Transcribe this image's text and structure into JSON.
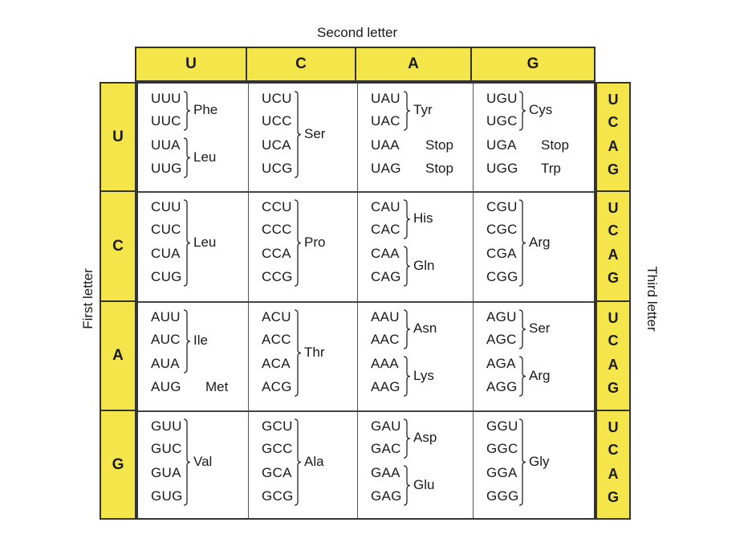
{
  "labels": {
    "second_letter": "Second letter",
    "first_letter": "First letter",
    "third_letter": "Third letter"
  },
  "bases": [
    "U",
    "C",
    "A",
    "G"
  ],
  "third_bases": [
    "U",
    "C",
    "A",
    "G"
  ],
  "colors": {
    "header_fill": "#f4e54a",
    "border": "#333333"
  },
  "rows": [
    {
      "first": "U",
      "cells": [
        {
          "codons": [
            "UUU",
            "UUC",
            "UUA",
            "UUG"
          ],
          "groups": [
            {
              "from": 0,
              "to": 1,
              "aa": "Phe"
            },
            {
              "from": 2,
              "to": 3,
              "aa": "Leu"
            }
          ]
        },
        {
          "codons": [
            "UCU",
            "UCC",
            "UCA",
            "UCG"
          ],
          "groups": [
            {
              "from": 0,
              "to": 3,
              "aa": "Ser"
            }
          ]
        },
        {
          "codons": [
            "UAU",
            "UAC",
            "UAA",
            "UAG"
          ],
          "groups": [
            {
              "from": 0,
              "to": 1,
              "aa": "Tyr"
            },
            {
              "from": 2,
              "to": 2,
              "aa": "Stop"
            },
            {
              "from": 3,
              "to": 3,
              "aa": "Stop"
            }
          ]
        },
        {
          "codons": [
            "UGU",
            "UGC",
            "UGA",
            "UGG"
          ],
          "groups": [
            {
              "from": 0,
              "to": 1,
              "aa": "Cys"
            },
            {
              "from": 2,
              "to": 2,
              "aa": "Stop"
            },
            {
              "from": 3,
              "to": 3,
              "aa": "Trp"
            }
          ]
        }
      ]
    },
    {
      "first": "C",
      "cells": [
        {
          "codons": [
            "CUU",
            "CUC",
            "CUA",
            "CUG"
          ],
          "groups": [
            {
              "from": 0,
              "to": 3,
              "aa": "Leu"
            }
          ]
        },
        {
          "codons": [
            "CCU",
            "CCC",
            "CCA",
            "CCG"
          ],
          "groups": [
            {
              "from": 0,
              "to": 3,
              "aa": "Pro"
            }
          ]
        },
        {
          "codons": [
            "CAU",
            "CAC",
            "CAA",
            "CAG"
          ],
          "groups": [
            {
              "from": 0,
              "to": 1,
              "aa": "His"
            },
            {
              "from": 2,
              "to": 3,
              "aa": "Gln"
            }
          ]
        },
        {
          "codons": [
            "CGU",
            "CGC",
            "CGA",
            "CGG"
          ],
          "groups": [
            {
              "from": 0,
              "to": 3,
              "aa": "Arg"
            }
          ]
        }
      ]
    },
    {
      "first": "A",
      "cells": [
        {
          "codons": [
            "AUU",
            "AUC",
            "AUA",
            "AUG"
          ],
          "groups": [
            {
              "from": 0,
              "to": 2,
              "aa": "Ile"
            },
            {
              "from": 3,
              "to": 3,
              "aa": "Met"
            }
          ]
        },
        {
          "codons": [
            "ACU",
            "ACC",
            "ACA",
            "ACG"
          ],
          "groups": [
            {
              "from": 0,
              "to": 3,
              "aa": "Thr"
            }
          ]
        },
        {
          "codons": [
            "AAU",
            "AAC",
            "AAA",
            "AAG"
          ],
          "groups": [
            {
              "from": 0,
              "to": 1,
              "aa": "Asn"
            },
            {
              "from": 2,
              "to": 3,
              "aa": "Lys"
            }
          ]
        },
        {
          "codons": [
            "AGU",
            "AGC",
            "AGA",
            "AGG"
          ],
          "groups": [
            {
              "from": 0,
              "to": 1,
              "aa": "Ser"
            },
            {
              "from": 2,
              "to": 3,
              "aa": "Arg"
            }
          ]
        }
      ]
    },
    {
      "first": "G",
      "cells": [
        {
          "codons": [
            "GUU",
            "GUC",
            "GUA",
            "GUG"
          ],
          "groups": [
            {
              "from": 0,
              "to": 3,
              "aa": "Val"
            }
          ]
        },
        {
          "codons": [
            "GCU",
            "GCC",
            "GCA",
            "GCG"
          ],
          "groups": [
            {
              "from": 0,
              "to": 3,
              "aa": "Ala"
            }
          ]
        },
        {
          "codons": [
            "GAU",
            "GAC",
            "GAA",
            "GAG"
          ],
          "groups": [
            {
              "from": 0,
              "to": 1,
              "aa": "Asp"
            },
            {
              "from": 2,
              "to": 3,
              "aa": "Glu"
            }
          ]
        },
        {
          "codons": [
            "GGU",
            "GGC",
            "GGA",
            "GGG"
          ],
          "groups": [
            {
              "from": 0,
              "to": 3,
              "aa": "Gly"
            }
          ]
        }
      ]
    }
  ]
}
